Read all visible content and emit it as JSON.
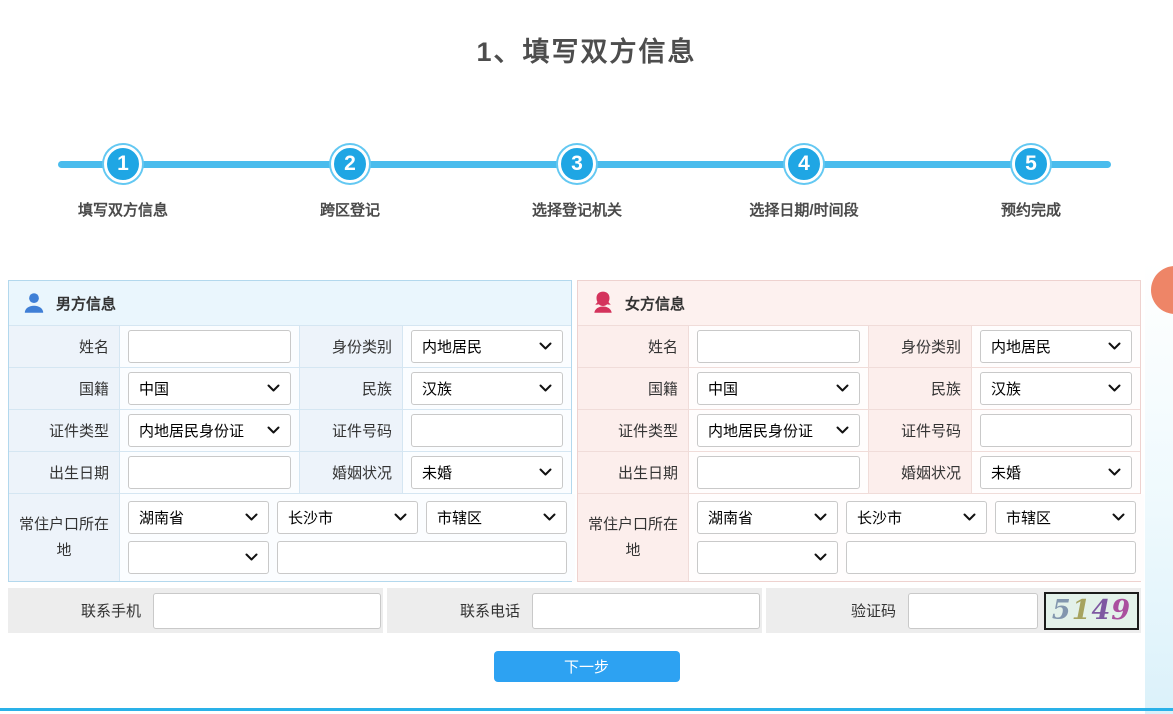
{
  "page": {
    "title": "1、填写双方信息",
    "next_button_label": "下一步"
  },
  "colors": {
    "accent_blue": "#29abe2",
    "button_blue": "#2da2f2",
    "male_accent": "#3f7fd6",
    "female_accent": "#d4335c",
    "captcha_background": "#e3f1ea"
  },
  "stepper": {
    "steps": [
      {
        "number": "1",
        "label": "填写双方信息"
      },
      {
        "number": "2",
        "label": "跨区登记"
      },
      {
        "number": "3",
        "label": "选择登记机关"
      },
      {
        "number": "4",
        "label": "选择日期/时间段"
      },
      {
        "number": "5",
        "label": "预约完成"
      }
    ]
  },
  "male_panel": {
    "title": "男方信息",
    "rows": [
      {
        "label": "姓名",
        "value": "",
        "label2": "身份类别",
        "value2": "内地居民"
      },
      {
        "label": "国籍",
        "value": "中国",
        "label2": "民族",
        "value2": "汉族"
      },
      {
        "label": "证件类型",
        "value": "内地居民身份证",
        "label2": "证件号码",
        "value2": ""
      },
      {
        "label": "出生日期",
        "value": "",
        "label2": "婚姻状况",
        "value2": "未婚"
      }
    ],
    "residence": {
      "label": "常住户口所在地",
      "province": "湖南省",
      "city": "长沙市",
      "district": "市辖区",
      "street": "",
      "detail": ""
    }
  },
  "female_panel": {
    "title": "女方信息",
    "rows": [
      {
        "label": "姓名",
        "value": "",
        "label2": "身份类别",
        "value2": "内地居民"
      },
      {
        "label": "国籍",
        "value": "中国",
        "label2": "民族",
        "value2": "汉族"
      },
      {
        "label": "证件类型",
        "value": "内地居民身份证",
        "label2": "证件号码",
        "value2": ""
      },
      {
        "label": "出生日期",
        "value": "",
        "label2": "婚姻状况",
        "value2": "未婚"
      }
    ],
    "residence": {
      "label": "常住户口所在地",
      "province": "湖南省",
      "city": "长沙市",
      "district": "市辖区",
      "street": "",
      "detail": ""
    }
  },
  "contact": {
    "mobile_label": "联系手机",
    "mobile_value": "",
    "phone_label": "联系电话",
    "phone_value": "",
    "captcha_label": "验证码",
    "captcha_input_value": "",
    "captcha_code": "5149",
    "captcha_digits": [
      "5",
      "1",
      "4",
      "9"
    ],
    "captcha_digit_colors": [
      "#8296ae",
      "#a6a35f",
      "#7e58a2",
      "#aa4f9e"
    ]
  }
}
